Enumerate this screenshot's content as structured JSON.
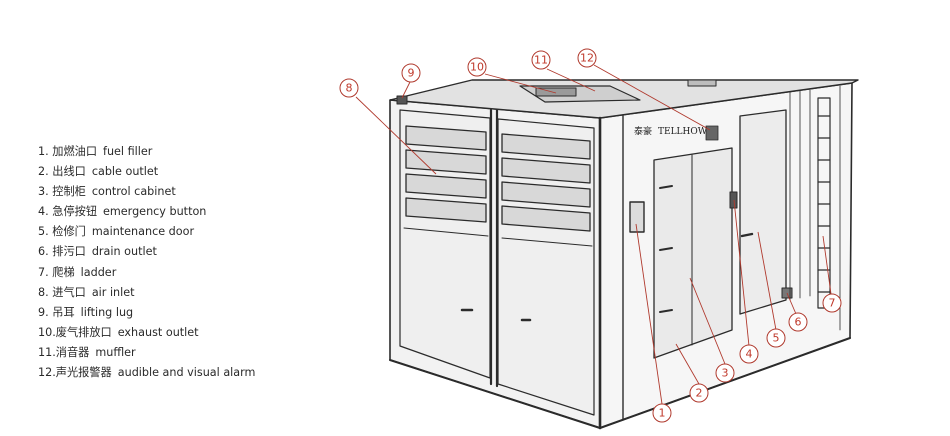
{
  "legend": [
    {
      "num": "1.",
      "zh": "加燃油口",
      "en": "fuel filler"
    },
    {
      "num": "2.",
      "zh": "出线口",
      "en": "cable outlet"
    },
    {
      "num": "3.",
      "zh": "控制柜",
      "en": "control cabinet"
    },
    {
      "num": "4.",
      "zh": "急停按钮",
      "en": "emergency button"
    },
    {
      "num": "5.",
      "zh": "检修门",
      "en": "maintenance door"
    },
    {
      "num": "6.",
      "zh": "排污口",
      "en": "drain outlet"
    },
    {
      "num": "7.",
      "zh": "爬梯",
      "en": "ladder"
    },
    {
      "num": "8.",
      "zh": "进气口",
      "en": "air inlet"
    },
    {
      "num": "9.",
      "zh": "吊耳",
      "en": "lifting lug"
    },
    {
      "num": "10.",
      "zh": "废气排放口",
      "en": "exhaust outlet"
    },
    {
      "num": "11.",
      "zh": "消音器",
      "en": "muffler"
    },
    {
      "num": "12.",
      "zh": "声光报警器",
      "en": "audible and visual alarm"
    }
  ],
  "callouts": [
    "1",
    "2",
    "3",
    "4",
    "5",
    "6",
    "7",
    "8",
    "9",
    "10",
    "11",
    "12"
  ],
  "brand": {
    "zh": "泰豪",
    "en": "TELLHOW"
  },
  "colors": {
    "callout": "#c0392b",
    "line": "#2b2b2b"
  }
}
